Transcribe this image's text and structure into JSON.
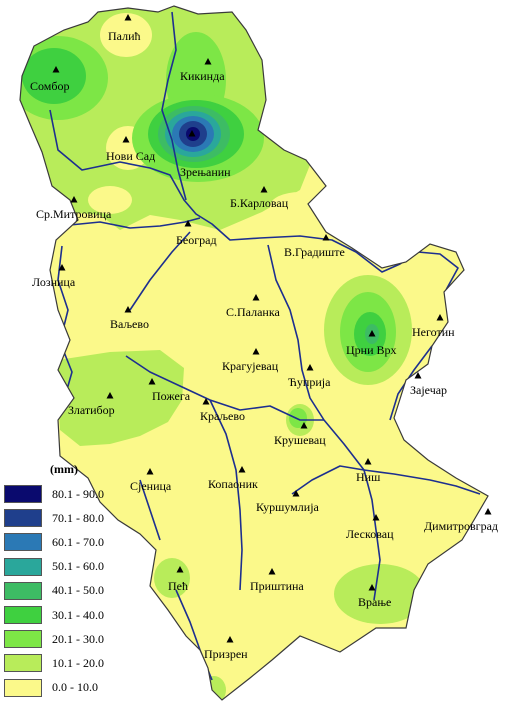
{
  "legend": {
    "title": "(mm)",
    "classes": [
      {
        "label": "80.1 - 90.0",
        "color": "#0a0a6e"
      },
      {
        "label": "70.1 - 80.0",
        "color": "#1f3f8c"
      },
      {
        "label": "60.1 - 70.0",
        "color": "#2b79b5"
      },
      {
        "label": "50.1 - 60.0",
        "color": "#2aa79b"
      },
      {
        "label": "40.1 - 50.0",
        "color": "#3dbc64"
      },
      {
        "label": "30.1 - 40.0",
        "color": "#3fd040"
      },
      {
        "label": "20.1 - 30.0",
        "color": "#7de646"
      },
      {
        "label": "10.1 - 20.0",
        "color": "#b8ec5a"
      },
      {
        "label": "0.0 - 10.0",
        "color": "#fbf98a"
      }
    ]
  },
  "cities": [
    {
      "name": "Палић"
    },
    {
      "name": "Сомбор"
    },
    {
      "name": "Кикинда"
    },
    {
      "name": "Зрењанин"
    },
    {
      "name": "Нови Сад"
    },
    {
      "name": "Ср.Митровица"
    },
    {
      "name": "Б.Карловац"
    },
    {
      "name": "Београд"
    },
    {
      "name": "В.Градиште"
    },
    {
      "name": "Лозница"
    },
    {
      "name": "Ваљево"
    },
    {
      "name": "С.Паланка"
    },
    {
      "name": "Неготин"
    },
    {
      "name": "Црни Врх"
    },
    {
      "name": "Крагујевац"
    },
    {
      "name": "Ћуприја"
    },
    {
      "name": "Зајечар"
    },
    {
      "name": "Пожега"
    },
    {
      "name": "Златибор"
    },
    {
      "name": "Краљево"
    },
    {
      "name": "Крушевац"
    },
    {
      "name": "Сјеница"
    },
    {
      "name": "Копаоник"
    },
    {
      "name": "Ниш"
    },
    {
      "name": "Куршумлија"
    },
    {
      "name": "Лесковац"
    },
    {
      "name": "Димитровград"
    },
    {
      "name": "Пећ"
    },
    {
      "name": "Приштина"
    },
    {
      "name": "Врање"
    },
    {
      "name": "Призрен"
    }
  ]
}
